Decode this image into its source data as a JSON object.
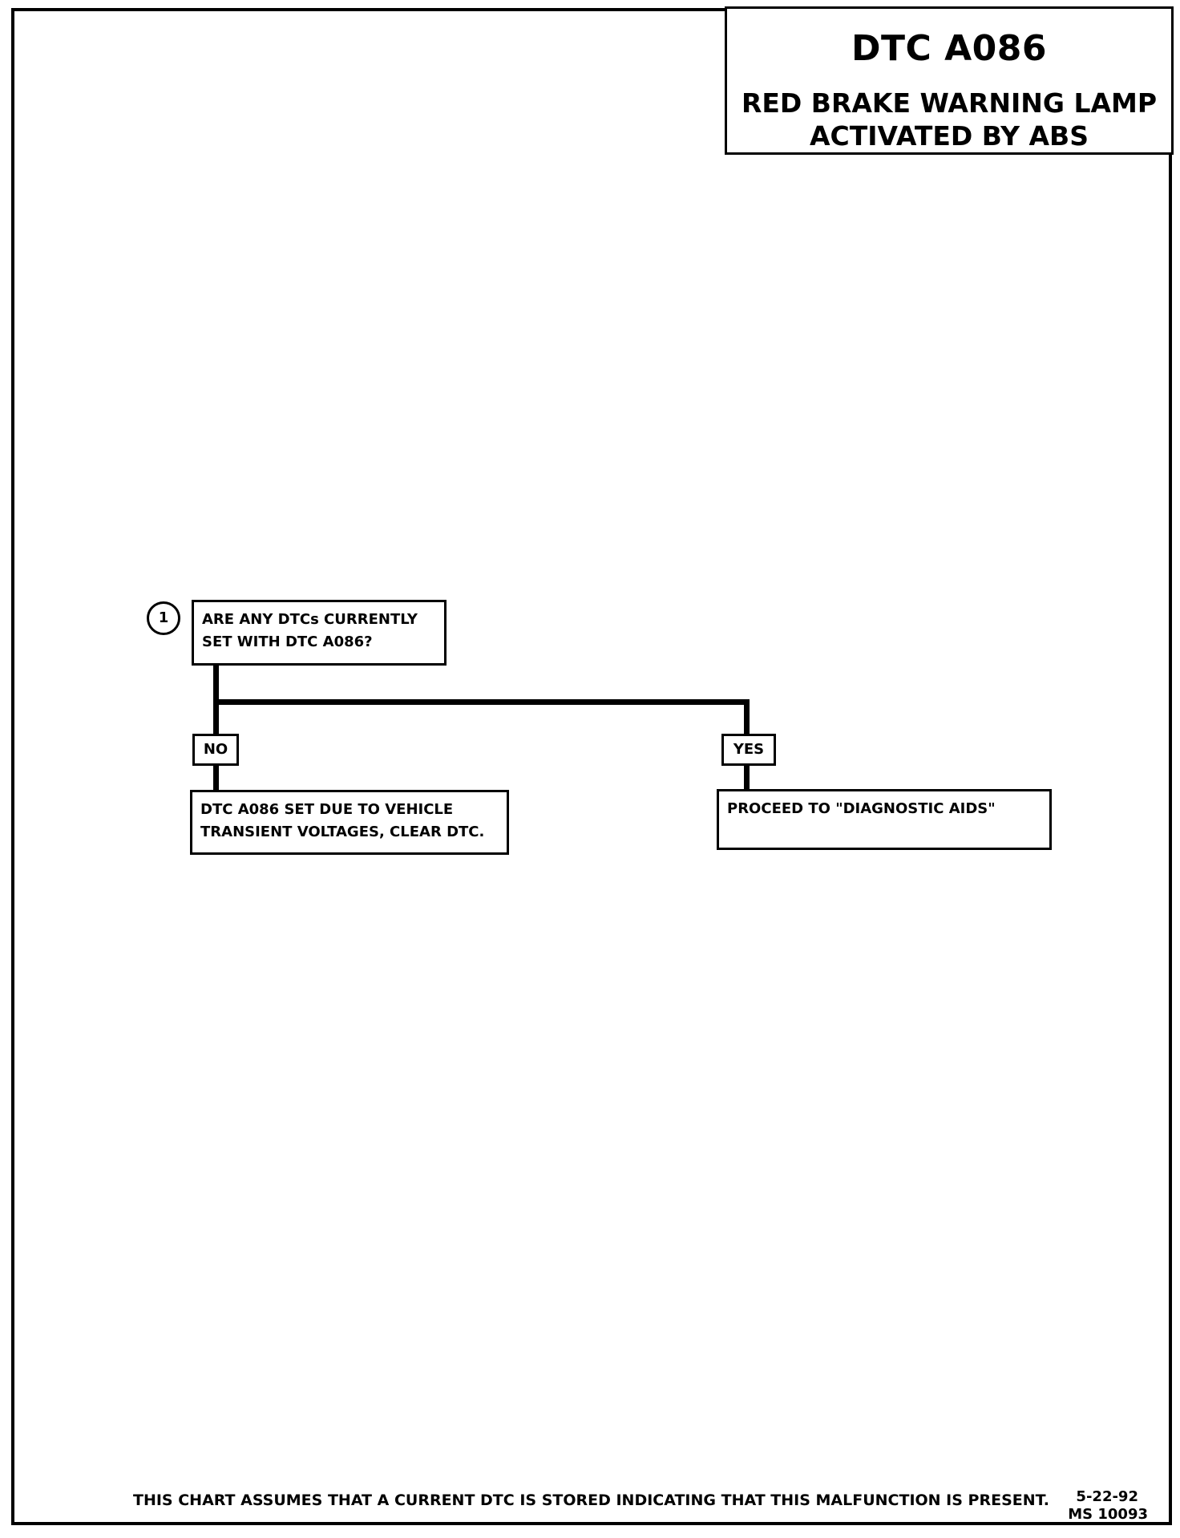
{
  "title": {
    "code": "DTC A086",
    "description_line1": "RED BRAKE WARNING LAMP",
    "description_line2": "ACTIVATED BY ABS"
  },
  "flowchart": {
    "step_number": "1",
    "question": "ARE ANY DTCs CURRENTLY\nSET WITH DTC A086?",
    "branch_no": {
      "label": "NO",
      "result": "DTC A086 SET DUE TO VEHICLE\nTRANSIENT VOLTAGES, CLEAR DTC."
    },
    "branch_yes": {
      "label": "YES",
      "result": "PROCEED TO \"DIAGNOSTIC AIDS\""
    }
  },
  "footer": {
    "note": "THIS CHART ASSUMES THAT A CURRENT DTC IS STORED INDICATING THAT THIS MALFUNCTION IS PRESENT.",
    "date": "5-22-92",
    "doc_id": "MS 10093"
  }
}
